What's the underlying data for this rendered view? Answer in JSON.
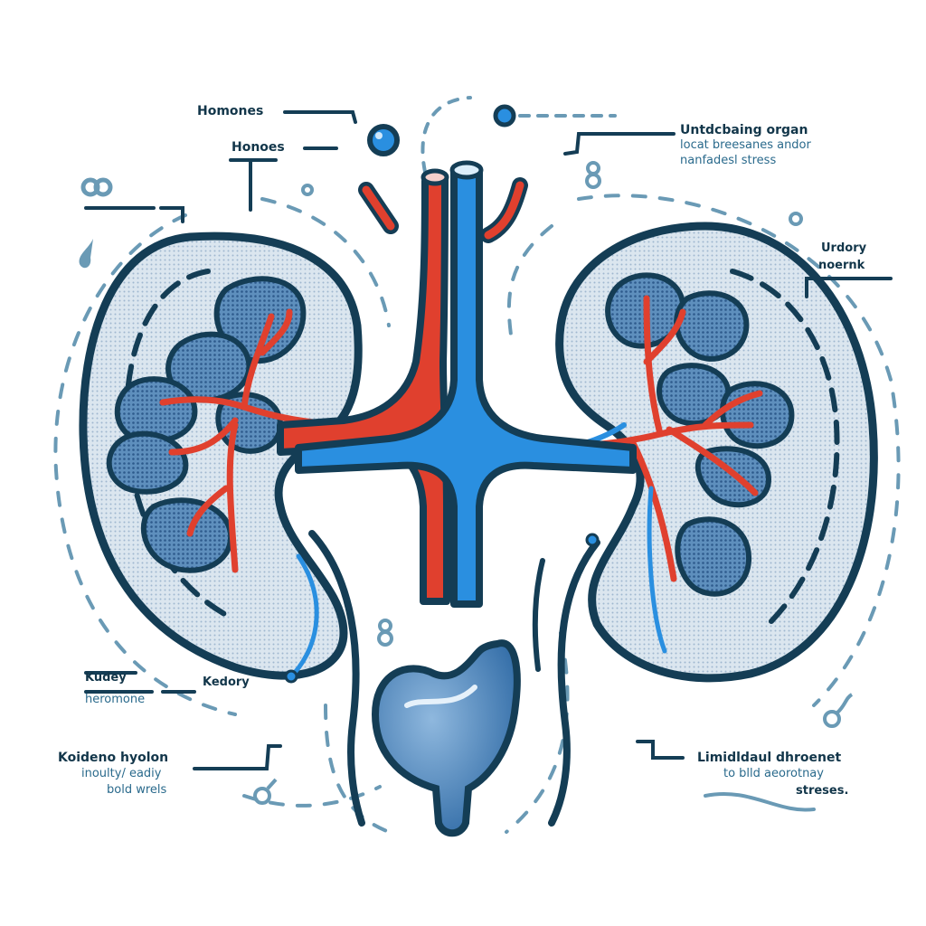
{
  "diagram": {
    "subject": "Kidneys with renal artery, vein, ureters and bladder",
    "colors": {
      "outline": "#143d55",
      "artery": "#e0402e",
      "vein": "#2a8fe0",
      "tissue_fill": "#c9d8e6",
      "lobe_fill": "#4f7fb0",
      "dash_accent": "#6a9ab5",
      "background": "#ffffff"
    },
    "labels": {
      "top_left_1": "Homones",
      "top_left_2": "Honoes",
      "top_right_title": "Untdcbaing organ",
      "top_right_line2": "locat breesanes andor",
      "top_right_line3": "nanfadesl stress",
      "right_mid_line1": "Urdory",
      "right_mid_line2": "noernk",
      "left_mid_title": "Kudey",
      "left_mid_sub": "heromone",
      "left_mid_2": "Kedory",
      "bottom_left_title": "Koideno hyolon",
      "bottom_left_line2": "inoulty/ eadiy",
      "bottom_left_line3": "bold wrels",
      "bottom_right_title": "Limidldaul dhroenet",
      "bottom_right_line2": "to blld aeorotnay",
      "bottom_right_line3": "streses."
    },
    "parts": [
      {
        "id": "left-kidney",
        "name": "Left kidney"
      },
      {
        "id": "right-kidney",
        "name": "Right kidney"
      },
      {
        "id": "aorta",
        "name": "Renal artery / aorta",
        "color": "red"
      },
      {
        "id": "vena-cava",
        "name": "Vena cava / renal vein",
        "color": "blue"
      },
      {
        "id": "ureters",
        "name": "Ureters"
      },
      {
        "id": "bladder",
        "name": "Bladder"
      }
    ],
    "decorations": [
      "circle-node-icon",
      "infinity-icon",
      "droplet-icon",
      "eight-glyph-icon",
      "hook-glyph-icon"
    ]
  }
}
